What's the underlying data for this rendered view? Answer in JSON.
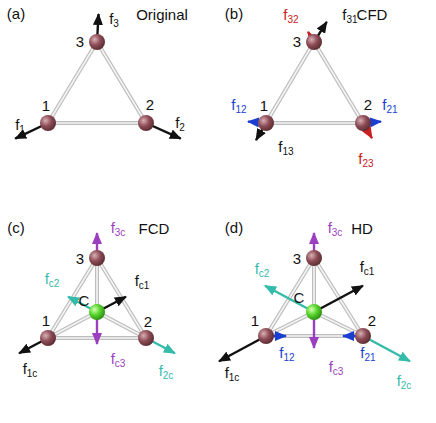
{
  "diagram": {
    "labels": [
      "(a)",
      "Original",
      "1",
      "2",
      "3",
      "f3",
      "f1",
      "f2",
      "(b)",
      "CFD",
      "1",
      "2",
      "3",
      "f32",
      "f31",
      "f12",
      "f13",
      "f21",
      "f23",
      "(c)",
      "FCD",
      "3",
      "C",
      "1",
      "2",
      "f3c",
      "fc2",
      "fc1",
      "fc3",
      "f1c",
      "f2c",
      "(d)",
      "HD",
      "3",
      "C",
      "1",
      "2",
      "f3c",
      "fc2",
      "fc1",
      "f1c",
      "f12",
      "fc3",
      "f21",
      "f2c"
    ]
  }
}
